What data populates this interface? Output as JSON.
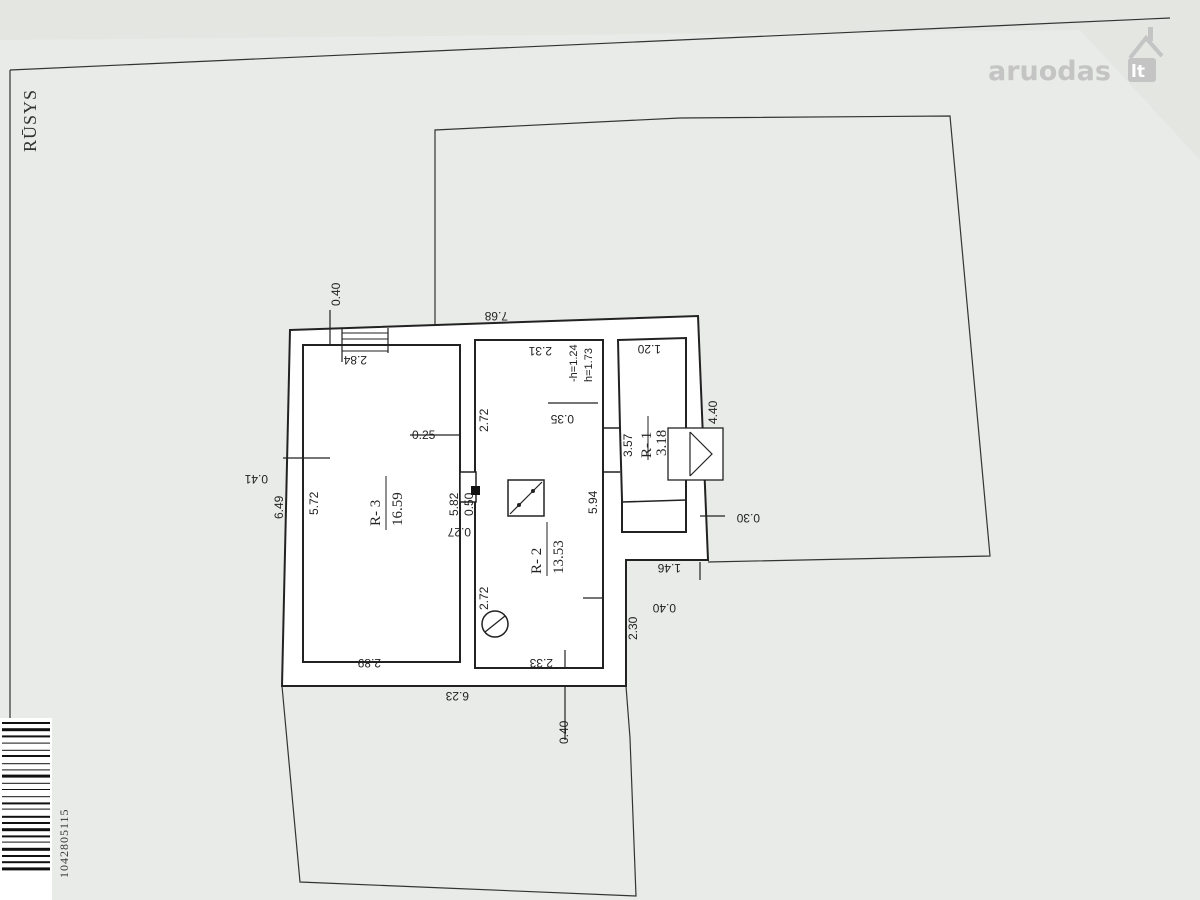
{
  "sheet": {
    "title": "RŪSYS",
    "serial_number": "1042805115"
  },
  "watermark": {
    "brand": "aruodas",
    "tld": "lt"
  },
  "rooms": [
    {
      "id": "R-1",
      "label": "R- 1",
      "area": "3.18"
    },
    {
      "id": "R-2",
      "label": "R- 2",
      "area": "13.53"
    },
    {
      "id": "R-3",
      "label": "R- 3",
      "area": "16.59"
    }
  ],
  "dimensions": {
    "stair_top": "0.40",
    "stair_width": "2.84",
    "outer_top_r3": "0.41",
    "outer_height_r3": "6.49",
    "inner_height_r3": "5.72",
    "inner_width_r3_bottom": "2.89",
    "partition_r3_r2": "0.25",
    "partition_height": "5.82",
    "chimney_a": "0.50",
    "chimney_b": "0.27",
    "r2_top_left": "2.72",
    "r2_bottom_left": "2.72",
    "r2_width_top": "2.31",
    "r2_width_bottom": "2.33",
    "r2_height": "5.94",
    "r2_opening": "0.35",
    "headroom_a": "-h=1.24",
    "headroom_b": "h=1.73",
    "r1_width": "1.20",
    "r1_length": "3.57",
    "r1_outer": "4.40",
    "r1_wall": "0.30",
    "total_width": "7.68",
    "step_width": "1.46",
    "step_wall": "0.40",
    "step_depth": "2.30",
    "total_length": "6.23",
    "bottom_wall": "0.40"
  }
}
